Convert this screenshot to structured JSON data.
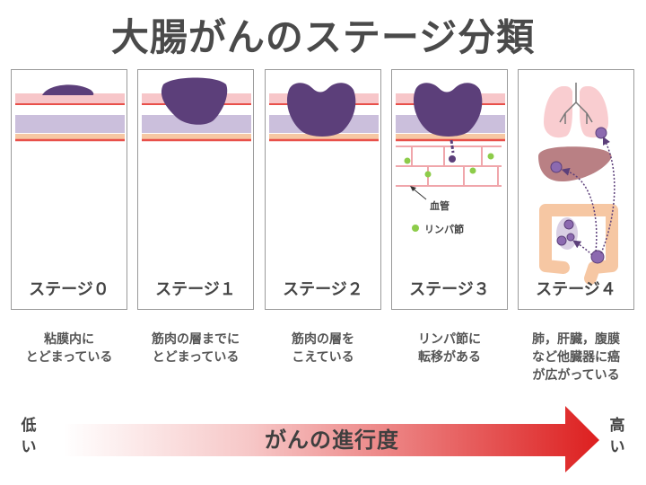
{
  "title": "大腸がんのステージ分類",
  "stages": [
    {
      "label": "ステージ０",
      "description": "粘膜内に\nとどまっている"
    },
    {
      "label": "ステージ１",
      "description": "筋肉の層までに\nとどまっている"
    },
    {
      "label": "ステージ２",
      "description": "筋肉の層を\nこえている"
    },
    {
      "label": "ステージ３",
      "description": "リンパ節に\n転移がある"
    },
    {
      "label": "ステージ４",
      "description": "肺，肝臓，腹膜\nなど他臓器に癌\nが広がっている"
    }
  ],
  "legend": {
    "vessel": "血管",
    "lymph_node": "リンパ節"
  },
  "progression": {
    "label": "がんの進行度",
    "low": "低\nい",
    "high": "高\nい"
  },
  "colors": {
    "tumor": "#5c3f7a",
    "mucosa": "#f7c6c9",
    "red_line": "#e8504a",
    "muscle": "#cbbfdc",
    "serosa": "#f6c7a3",
    "lymph_node": "#8dcc4a",
    "arrow_red": "#dd1f1f"
  }
}
